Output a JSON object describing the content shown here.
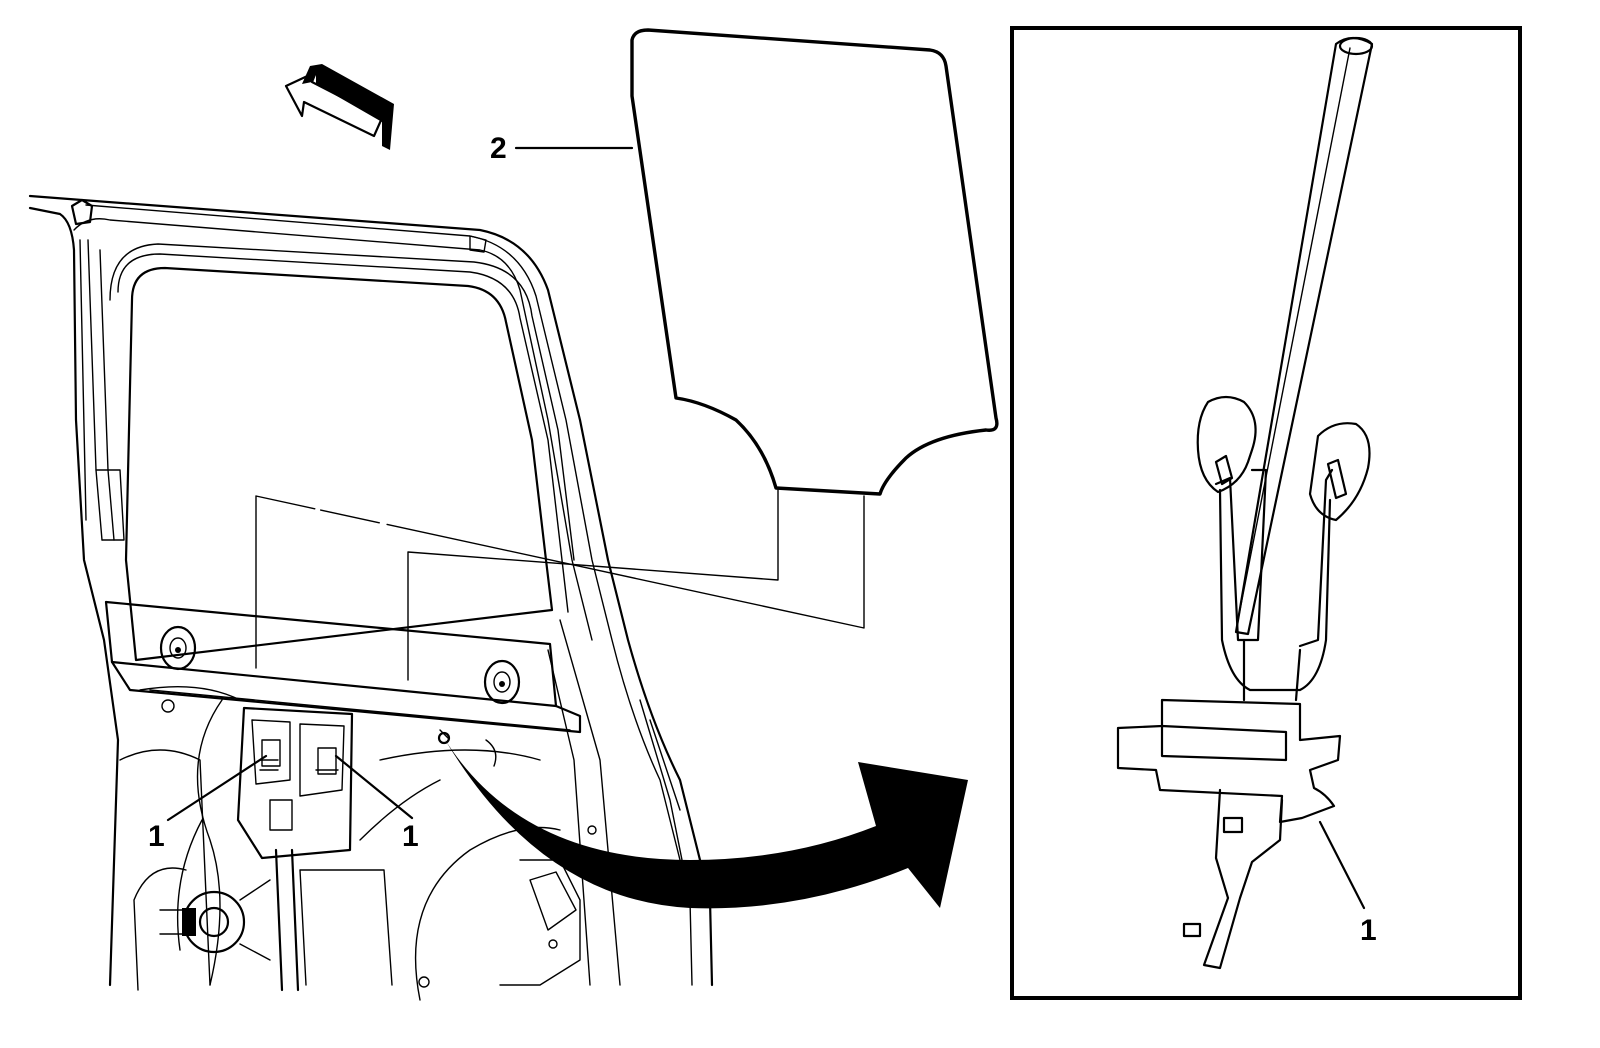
{
  "callouts": {
    "glass": "2",
    "clip_left": "1",
    "clip_right": "1",
    "detail_clip": "1"
  }
}
